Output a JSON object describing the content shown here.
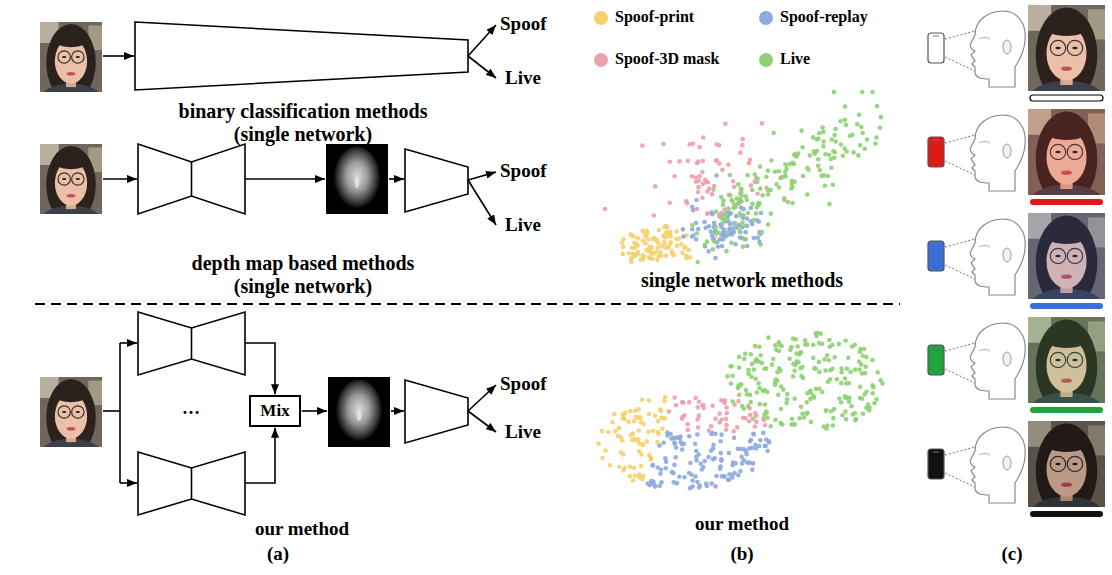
{
  "diagram": {
    "nodes": [
      {
        "text": [
          "Mix"
        ]
      }
    ],
    "labels": [
      "Spoof",
      "Live",
      "binary classification methods (single network)",
      "Spoof",
      "Live",
      "depth map based methods (single network)",
      "…",
      "Spoof",
      "Live",
      "our method",
      "(a)",
      "single network methods",
      "our method",
      "(b)",
      "(c)"
    ],
    "legend": [
      {
        "text": "Spoof-print",
        "color": "#f5d06f"
      },
      {
        "text": "Spoof-replay",
        "color": "#8eaae0"
      },
      {
        "text": "Spoof-3D mask",
        "color": "#eda0ad"
      },
      {
        "text": "Live",
        "color": "#8fd174"
      }
    ]
  }
}
